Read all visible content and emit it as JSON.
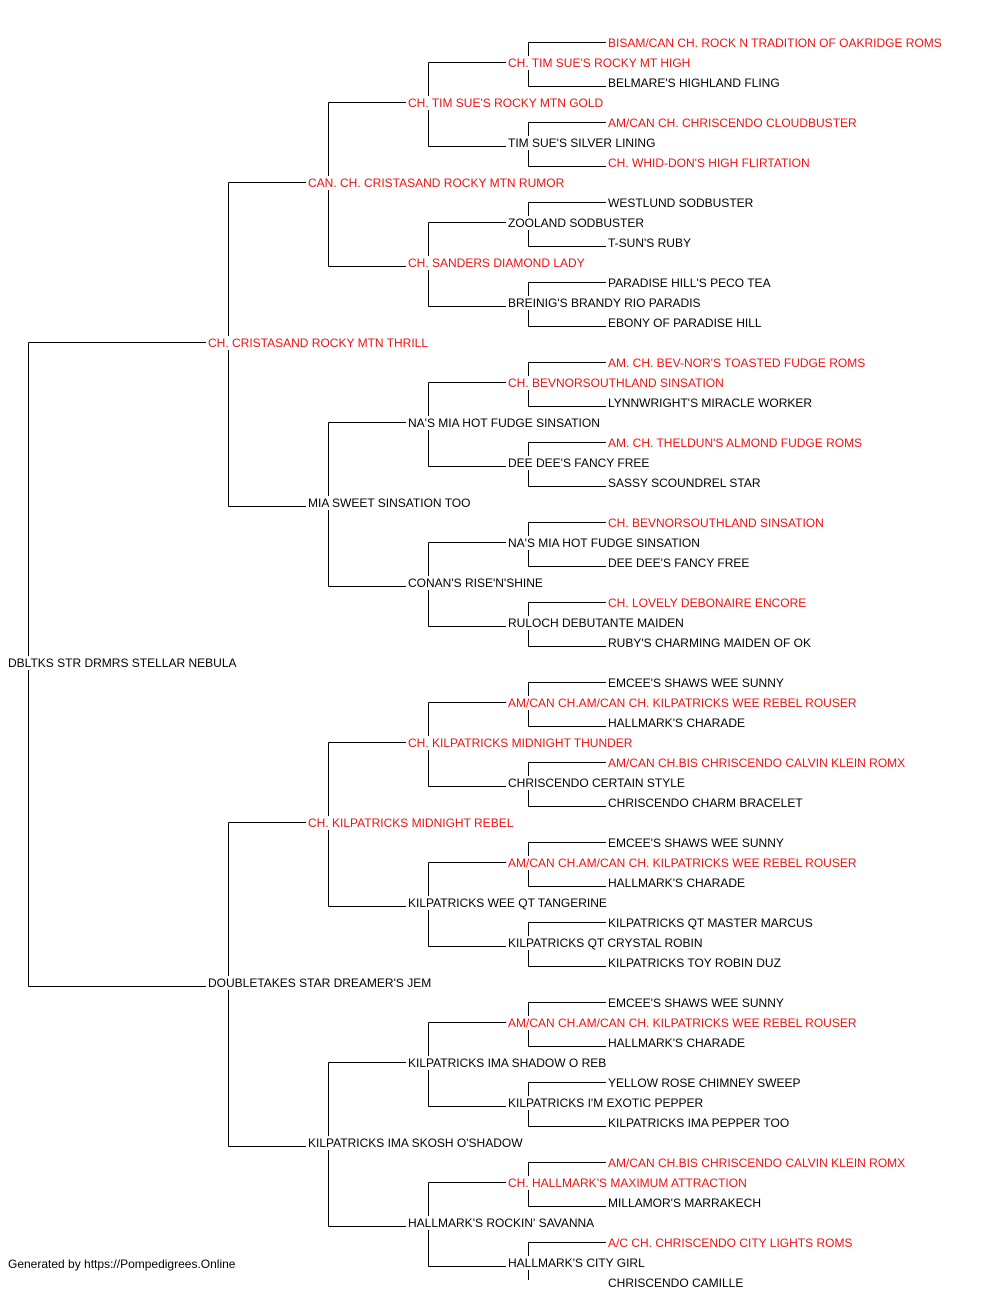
{
  "colors": {
    "champion": "#ee1111",
    "regular": "#000000",
    "lines": "#000000"
  },
  "pedigree": {
    "subject": {
      "name": "DBLTKS STR DRMRS STELLAR NEBULA",
      "champion": false
    },
    "ancestors": [
      {
        "name": "CH. CRISTASAND ROCKY MTN THRILL",
        "champion": true
      },
      {
        "name": "DOUBLETAKES STAR DREAMER'S JEM",
        "champion": false
      },
      {
        "name": "CAN. CH. CRISTASAND ROCKY MTN RUMOR",
        "champion": true
      },
      {
        "name": "MIA SWEET SINSATION TOO",
        "champion": false
      },
      {
        "name": "CH. KILPATRICKS MIDNIGHT REBEL",
        "champion": true
      },
      {
        "name": "KILPATRICKS IMA SKOSH O'SHADOW",
        "champion": false
      },
      {
        "name": "CH. TIM SUE'S ROCKY MTN GOLD",
        "champion": true
      },
      {
        "name": "CH. SANDERS DIAMOND LADY",
        "champion": true
      },
      {
        "name": "NA'S MIA HOT FUDGE SINSATION",
        "champion": false
      },
      {
        "name": "CONAN'S RISE'N'SHINE",
        "champion": false
      },
      {
        "name": "CH. KILPATRICKS MIDNIGHT THUNDER",
        "champion": true
      },
      {
        "name": "KILPATRICKS WEE QT TANGERINE",
        "champion": false
      },
      {
        "name": "KILPATRICKS IMA SHADOW O REB",
        "champion": false
      },
      {
        "name": "HALLMARK'S ROCKIN' SAVANNA",
        "champion": false
      },
      {
        "name": "CH. TIM SUE'S ROCKY MT HIGH",
        "champion": true
      },
      {
        "name": "TIM SUE'S SILVER LINING",
        "champion": false
      },
      {
        "name": "ZOOLAND SODBUSTER",
        "champion": false
      },
      {
        "name": "BREINIG'S BRANDY RIO PARADIS",
        "champion": false
      },
      {
        "name": "CH. BEVNORSOUTHLAND SINSATION",
        "champion": true
      },
      {
        "name": "DEE DEE'S FANCY FREE",
        "champion": false
      },
      {
        "name": "NA'S MIA HOT FUDGE SINSATION",
        "champion": false
      },
      {
        "name": "RULOCH DEBUTANTE MAIDEN",
        "champion": false
      },
      {
        "name": "AM/CAN CH.AM/CAN CH. KILPATRICKS WEE REBEL ROUSER",
        "champion": true
      },
      {
        "name": "CHRISCENDO CERTAIN STYLE",
        "champion": false
      },
      {
        "name": "AM/CAN CH.AM/CAN CH. KILPATRICKS WEE REBEL ROUSER",
        "champion": true
      },
      {
        "name": "KILPATRICKS QT CRYSTAL ROBIN",
        "champion": false
      },
      {
        "name": "AM/CAN CH.AM/CAN CH. KILPATRICKS WEE REBEL ROUSER",
        "champion": true
      },
      {
        "name": "KILPATRICKS I'M EXOTIC PEPPER",
        "champion": false
      },
      {
        "name": "CH. HALLMARK'S MAXIMUM ATTRACTION",
        "champion": true
      },
      {
        "name": "HALLMARK'S CITY GIRL",
        "champion": false
      },
      {
        "name": "BISAM/CAN CH. ROCK N TRADITION OF OAKRIDGE ROMS",
        "champion": true
      },
      {
        "name": "BELMARE'S HIGHLAND FLING",
        "champion": false
      },
      {
        "name": "AM/CAN CH. CHRISCENDO CLOUDBUSTER",
        "champion": true
      },
      {
        "name": "CH. WHID-DON'S HIGH FLIRTATION",
        "champion": true
      },
      {
        "name": "WESTLUND SODBUSTER",
        "champion": false
      },
      {
        "name": "T-SUN'S RUBY",
        "champion": false
      },
      {
        "name": "PARADISE HILL'S PECO TEA",
        "champion": false
      },
      {
        "name": "EBONY OF PARADISE HILL",
        "champion": false
      },
      {
        "name": "AM. CH. BEV-NOR'S TOASTED FUDGE ROMS",
        "champion": true
      },
      {
        "name": "LYNNWRIGHT'S MIRACLE WORKER",
        "champion": false
      },
      {
        "name": "AM. CH. THELDUN'S ALMOND FUDGE ROMS",
        "champion": true
      },
      {
        "name": "SASSY SCOUNDREL STAR",
        "champion": false
      },
      {
        "name": "CH. BEVNORSOUTHLAND SINSATION",
        "champion": true
      },
      {
        "name": "DEE DEE'S FANCY FREE",
        "champion": false
      },
      {
        "name": "CH. LOVELY DEBONAIRE ENCORE",
        "champion": true
      },
      {
        "name": "RUBY'S CHARMING MAIDEN OF OK",
        "champion": false
      },
      {
        "name": "EMCEE'S SHAWS WEE SUNNY",
        "champion": false
      },
      {
        "name": "HALLMARK'S CHARADE",
        "champion": false
      },
      {
        "name": "AM/CAN CH.BIS CHRISCENDO CALVIN KLEIN ROMX",
        "champion": true
      },
      {
        "name": "CHRISCENDO CHARM BRACELET",
        "champion": false
      },
      {
        "name": "EMCEE'S SHAWS WEE SUNNY",
        "champion": false
      },
      {
        "name": "HALLMARK'S CHARADE",
        "champion": false
      },
      {
        "name": "KILPATRICKS QT MASTER MARCUS",
        "champion": false
      },
      {
        "name": "KILPATRICKS TOY ROBIN DUZ",
        "champion": false
      },
      {
        "name": "EMCEE'S SHAWS WEE SUNNY",
        "champion": false
      },
      {
        "name": "HALLMARK'S CHARADE",
        "champion": false
      },
      {
        "name": "YELLOW ROSE CHIMNEY SWEEP",
        "champion": false
      },
      {
        "name": "KILPATRICKS IMA PEPPER TOO",
        "champion": false
      },
      {
        "name": "AM/CAN CH.BIS CHRISCENDO CALVIN KLEIN ROMX",
        "champion": true
      },
      {
        "name": "MILLAMOR'S MARRAKECH",
        "champion": false
      },
      {
        "name": "A/C CH. CHRISCENDO CITY LIGHTS ROMS",
        "champion": true
      },
      {
        "name": "CHRISCENDO CAMILLE",
        "champion": false
      }
    ]
  },
  "footer": {
    "text": "Generated by https://Pompedigrees.Online"
  }
}
